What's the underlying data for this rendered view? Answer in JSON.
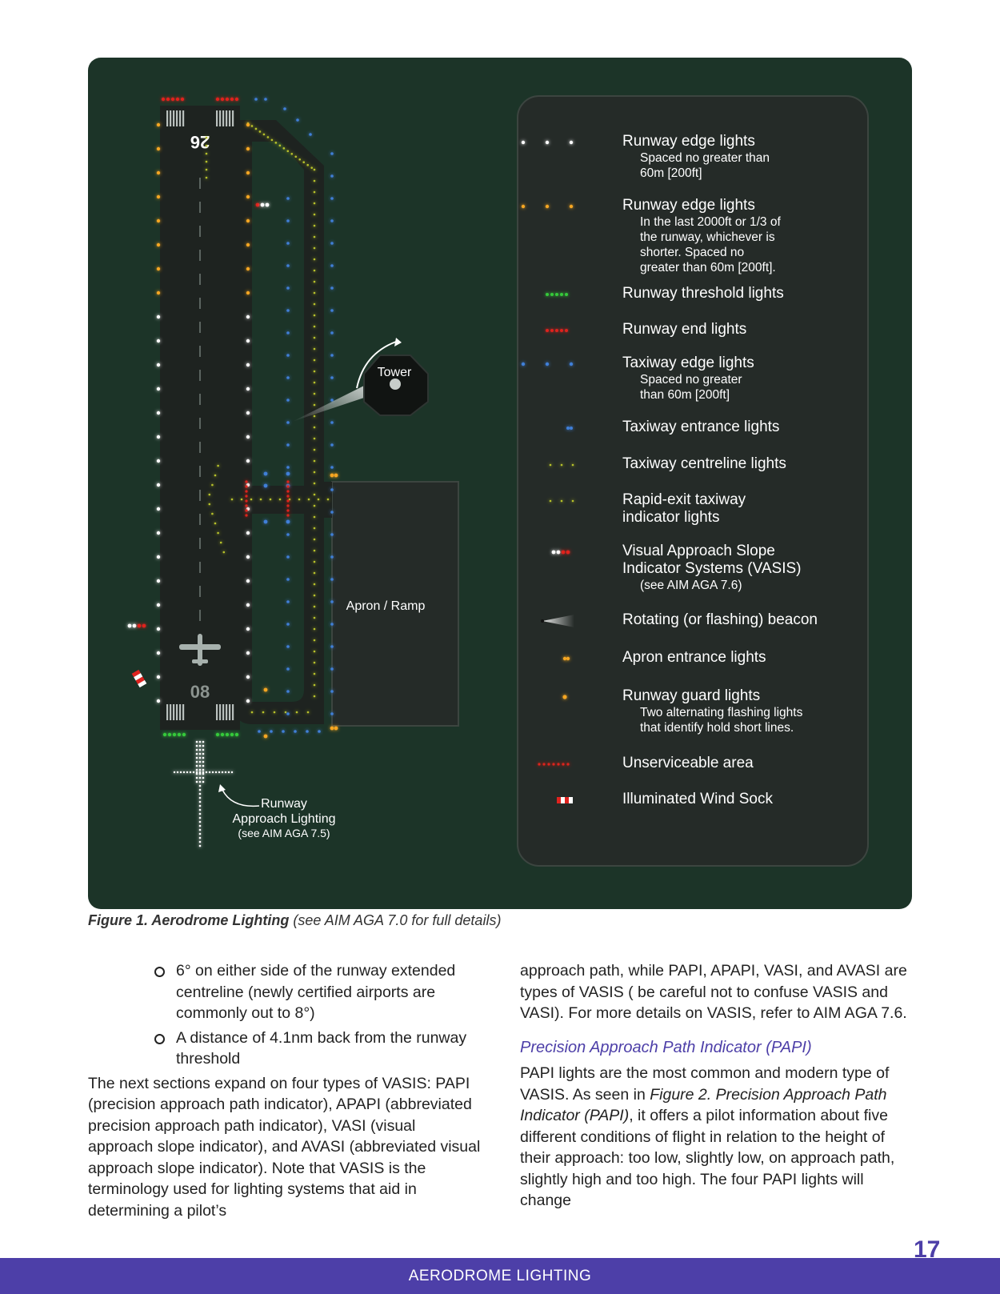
{
  "figure": {
    "runway_numbers": {
      "top": "26",
      "bottom": "08"
    },
    "tower_label": "Tower",
    "apron_label": "Apron / Ramp",
    "approach_label": [
      "Runway",
      "Approach Lighting",
      "(see AIM AGA 7.5)"
    ],
    "legend": [
      {
        "title": "Runway edge lights",
        "desc": "Spaced no greater than\n60m [200ft]",
        "symbol": "white-dots"
      },
      {
        "title": "Runway edge lights",
        "desc": "In the last 2000ft or 1/3 of\nthe runway, whichever is\nshorter. Spaced no\ngreater than 60m [200ft].",
        "symbol": "amber-dots"
      },
      {
        "title": "Runway threshold lights",
        "desc": "",
        "symbol": "green-row"
      },
      {
        "title": "Runway end lights",
        "desc": "",
        "symbol": "red-row"
      },
      {
        "title": "Taxiway edge lights",
        "desc": "Spaced no greater\nthan 60m [200ft]",
        "symbol": "blue-dots"
      },
      {
        "title": "Taxiway entrance lights",
        "desc": "",
        "symbol": "blue-pair"
      },
      {
        "title": "Taxiway centreline lights",
        "desc": "",
        "symbol": "green-yellow-dots"
      },
      {
        "title": "Rapid-exit taxiway\nindicator lights",
        "desc": "",
        "symbol": "rapid-exit-dots"
      },
      {
        "title": "Visual Approach Slope\nIndicator Systems (VASIS)",
        "desc": "(see AIM AGA 7.6)",
        "symbol": "vasis"
      },
      {
        "title": "Rotating (or flashing) beacon",
        "desc": "",
        "symbol": "beacon"
      },
      {
        "title": "Apron entrance lights",
        "desc": "",
        "symbol": "amber-pair"
      },
      {
        "title": "Runway guard lights",
        "desc": "Two alternating flashing lights\nthat identify hold short lines.",
        "symbol": "guard"
      },
      {
        "title": "Unserviceable area",
        "desc": "",
        "symbol": "unserviceable"
      },
      {
        "title": "Illuminated Wind Sock",
        "desc": "",
        "symbol": "windsock"
      }
    ]
  },
  "caption": {
    "bold": "Figure 1. Aerodrome Lighting",
    "rest": " (see AIM AGA 7.0 for full details)"
  },
  "body": {
    "bullets": [
      "6° on either side of the runway extended centreline (newly certified airports are commonly out to 8°)",
      "A distance of 4.1nm back from the runway threshold"
    ],
    "left_paragraph": "The next sections expand on four types of VASIS: PAPI (precision approach path indicator), APAPI (abbreviated precision approach path indicator), VASI (visual approach slope indicator), and AVASI (abbreviated visual approach slope indicator). Note that VASIS is the terminology used for lighting systems that aid in determining a pilot’s",
    "right_paragraph_1": "approach path, while PAPI, APAPI, VASI, and AVASI are types of VASIS ( be careful not to confuse VASIS and VASI). For more details on VASIS, refer to AIM AGA 7.6.",
    "papi_heading": "Precision Approach Path Indicator (PAPI)",
    "right_paragraph_2_a": "PAPI lights are the most common and modern type of VASIS. As seen in ",
    "right_paragraph_2_ref": "Figure 2. Precision Approach Path Indicator (PAPI)",
    "right_paragraph_2_b": ", it offers a pilot information about five different conditions of flight in relation to the height of their approach: too low, slightly low, on approach path, slightly high and too high. The four PAPI lights will change"
  },
  "page_number": "17",
  "footer": "AERODROME LIGHTING",
  "colors": {
    "figure_bg": "#1c3428",
    "legend_bg": "#252b28",
    "accent_purple": "#4d3fa8",
    "light_white": "#ffffff",
    "light_amber": "#f5a623",
    "light_green": "#36c93a",
    "light_red": "#e0231f",
    "light_blue": "#3f7fd8",
    "light_yellow_green": "#b8c32a"
  }
}
